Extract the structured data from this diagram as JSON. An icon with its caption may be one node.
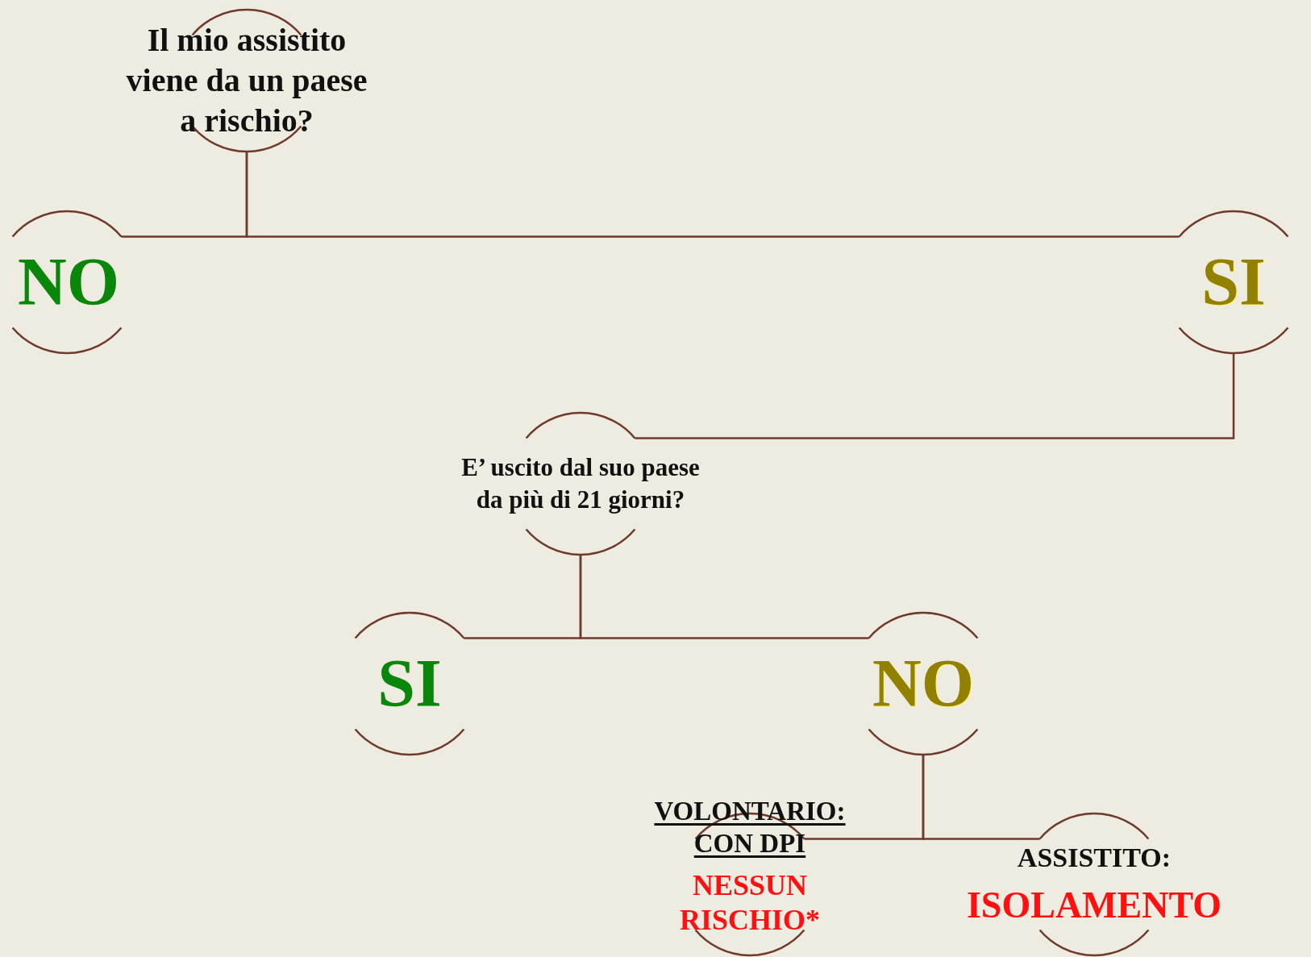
{
  "diagram": {
    "nodes": [
      {
        "text": [
          "Il mio assistito viene da un paese a rischio?"
        ]
      },
      {
        "text": [
          "NO"
        ]
      },
      {
        "text": [
          "SI"
        ]
      },
      {
        "text": [
          "E’ uscito dal suo paese da più di 21 giorni?"
        ]
      },
      {
        "text": [
          "SI"
        ]
      },
      {
        "text": [
          "NO"
        ]
      },
      {
        "text": [
          "VOLONTARIO: CON DPI",
          "NESSUN RISCHIO*"
        ]
      },
      {
        "text": [
          "ASSISTITO:",
          "ISOLAMENTO"
        ]
      }
    ],
    "edges": [
      {
        "from": 0,
        "to": 1,
        "arrow": "none"
      },
      {
        "from": 0,
        "to": 2,
        "arrow": "none"
      },
      {
        "from": 2,
        "to": 3,
        "arrow": "none"
      },
      {
        "from": 3,
        "to": 4,
        "arrow": "none"
      },
      {
        "from": 3,
        "to": 5,
        "arrow": "none"
      },
      {
        "from": 5,
        "to": 6,
        "arrow": "none"
      },
      {
        "from": 5,
        "to": 7,
        "arrow": "none"
      }
    ]
  }
}
